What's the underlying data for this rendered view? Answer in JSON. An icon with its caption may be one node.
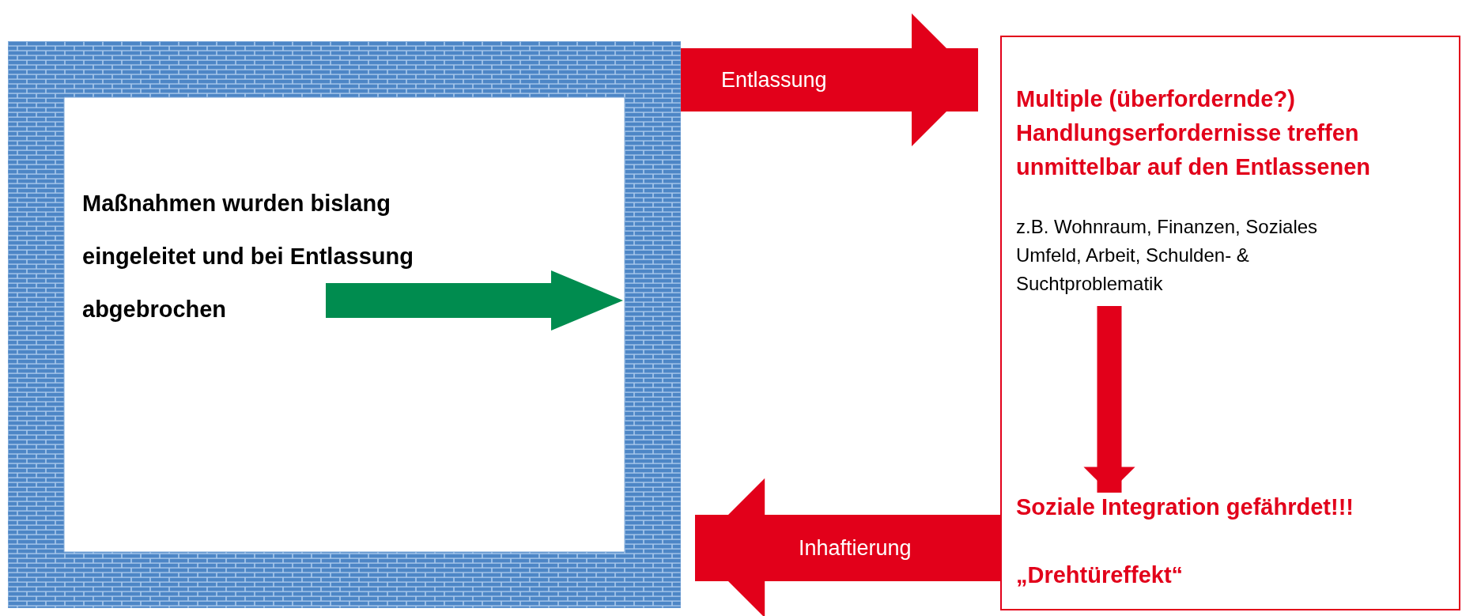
{
  "diagram": {
    "nodes": [
      {
        "text": [
          "Maßnahmen wurden bislang eingeleitet und bei Entlassung abgebrochen"
        ]
      },
      {
        "text": [],
        "shape": "box"
      },
      {
        "text": [
          "Multiple (überfordernde?) Handlungserfordernisse treffen unmittelbar auf den Entlassenen",
          "z.B. Wohnraum, Finanzen, Soziales Umfeld, Arbeit, Schulden- & Suchtproblematik"
        ],
        "in": 1
      },
      {
        "text": [
          "Soziale Integration gefährdet!!!"
        ],
        "in": 1
      },
      {
        "text": [
          "„Drehtüreffekt“"
        ],
        "in": 1
      }
    ],
    "edges": [
      {
        "from": 0,
        "to": 1,
        "arrow": "to",
        "label": "Entlassung"
      },
      {
        "from": 1,
        "to": 0,
        "arrow": "to",
        "label": "Inhaftierung"
      },
      {
        "from": 2,
        "to": 3,
        "arrow": "to"
      }
    ]
  }
}
